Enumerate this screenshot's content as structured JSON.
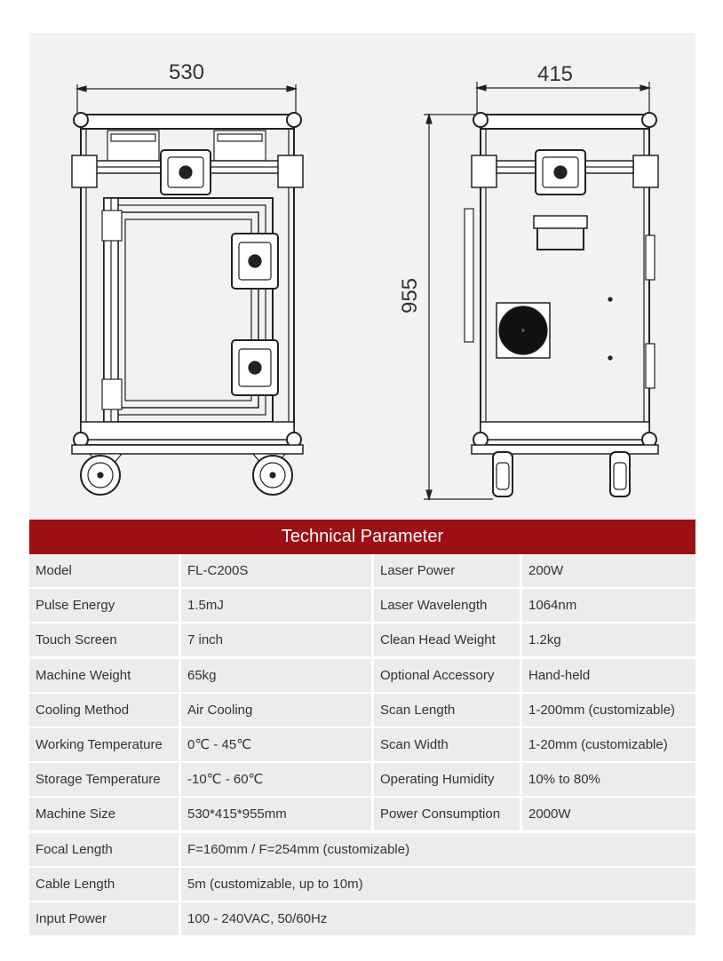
{
  "drawing": {
    "width_dim": "530",
    "depth_dim": "415",
    "height_dim": "955"
  },
  "table": {
    "title": "Technical Parameter",
    "rows": [
      {
        "l1": "Model",
        "v1": "FL-C200S",
        "l2": "Laser Power",
        "v2": "200W"
      },
      {
        "l1": "Pulse Energy",
        "v1": "1.5mJ",
        "l2": "Laser Wavelength",
        "v2": "1064nm"
      },
      {
        "l1": "Touch Screen",
        "v1": "7 inch",
        "l2": "Clean Head Weight",
        "v2": "1.2kg"
      },
      {
        "l1": "Machine Weight",
        "v1": "65kg",
        "l2": "Optional Accessory",
        "v2": "Hand-held"
      },
      {
        "l1": "Cooling Method",
        "v1": "Air Cooling",
        "l2": "Scan Length",
        "v2": "1-200mm (customizable)"
      },
      {
        "l1": "Working Temperature",
        "v1": "0℃ - 45℃",
        "l2": "Scan Width",
        "v2": "1-20mm (customizable)"
      },
      {
        "l1": "Storage Temperature",
        "v1": "-10℃ - 60℃",
        "l2": "Operating Humidity",
        "v2": "10% to 80%"
      },
      {
        "l1": "Machine Size",
        "v1": "530*415*955mm",
        "l2": "Power Consumption",
        "v2": "2000W"
      }
    ],
    "wide_rows": [
      {
        "l": "Focal Length",
        "v": "F=160mm / F=254mm (customizable)"
      },
      {
        "l": "Cable Length",
        "v": "5m (customizable, up to 10m)"
      },
      {
        "l": "Input Power",
        "v": "100 - 240VAC, 50/60Hz"
      }
    ]
  },
  "colors": {
    "title_bar": "#9c0f12",
    "cell_bg": "#ececec",
    "panel_bg": "#f2f2f2"
  }
}
